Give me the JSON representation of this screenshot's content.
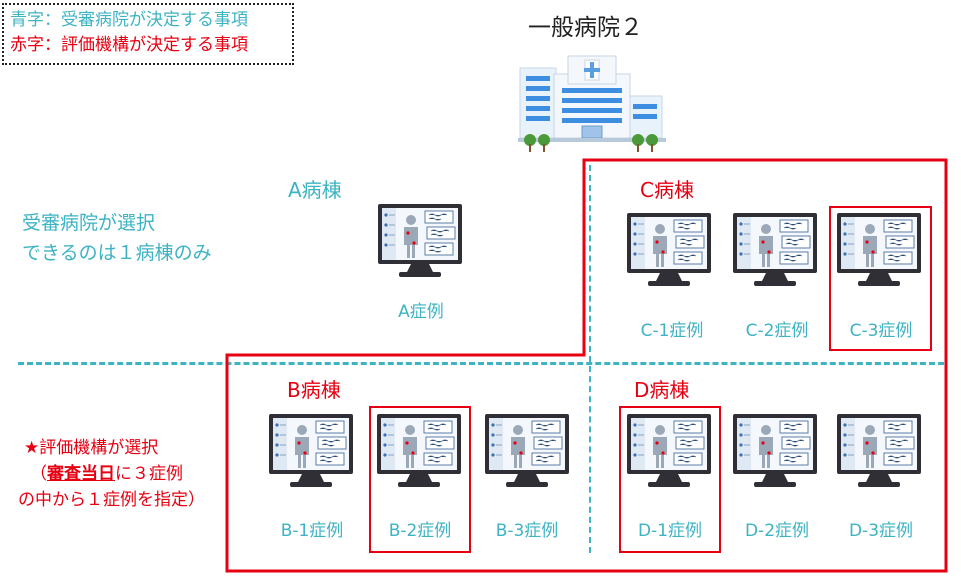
{
  "legend": {
    "line_blue": "青字：受審病院が決定する事項",
    "line_red": "赤字：評価機構が決定する事項"
  },
  "title": "一般病院２",
  "note": {
    "line1": "受審病院が選択",
    "line2": "できるのは１病棟のみ"
  },
  "wards": {
    "a": {
      "name": "A病棟",
      "cases": [
        "A症例"
      ]
    },
    "b": {
      "name": "B病棟",
      "cases": [
        "B-1症例",
        "B-2症例",
        "B-3症例"
      ]
    },
    "c": {
      "name": "C病棟",
      "cases": [
        "C-1症例",
        "C-2症例",
        "C-3症例"
      ]
    },
    "d": {
      "name": "D病棟",
      "cases": [
        "D-1症例",
        "D-2症例",
        "D-3症例"
      ]
    }
  },
  "evaluator_note": {
    "line1": "★評価機構が選択",
    "line2_prefix": "（",
    "line2_bold": "審査当日",
    "line2_suffix": "に３症例",
    "line3": "の中から１症例を指定）"
  },
  "colors": {
    "blue_text": "#3db3c3",
    "red_text": "#e60012"
  },
  "icons": {
    "hospital": "hospital-building-icon",
    "monitor": "patient-record-monitor-icon"
  }
}
